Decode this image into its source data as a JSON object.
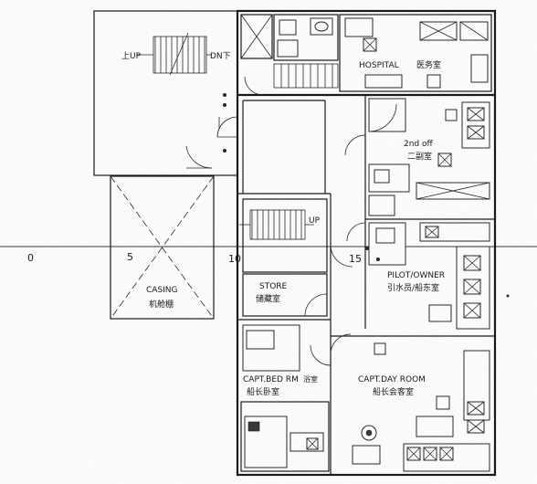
{
  "labels": {
    "up_left": "上UP",
    "dn_right": "DN下",
    "hospital": "HOSPITAL",
    "hospital_zh": "医务室",
    "second_off": "2nd off",
    "second_off_zh": "二副室",
    "up_stair": "UP",
    "store": "STORE",
    "store_zh": "储藏室",
    "pilot": "PILOT/OWNER",
    "pilot_zh": "引水员/船东室",
    "casing": "CASING",
    "casing_zh": "机舱棚",
    "capt_bed": "CAPT.BED RM",
    "capt_bed_zh": "船长卧室",
    "capt_day": "CAPT.DAY ROOM",
    "capt_day_zh": "船长会客室",
    "bath_tag": "浴室"
  },
  "scale_bar": {
    "ticks": [
      "0",
      "5",
      "10",
      "15"
    ]
  }
}
